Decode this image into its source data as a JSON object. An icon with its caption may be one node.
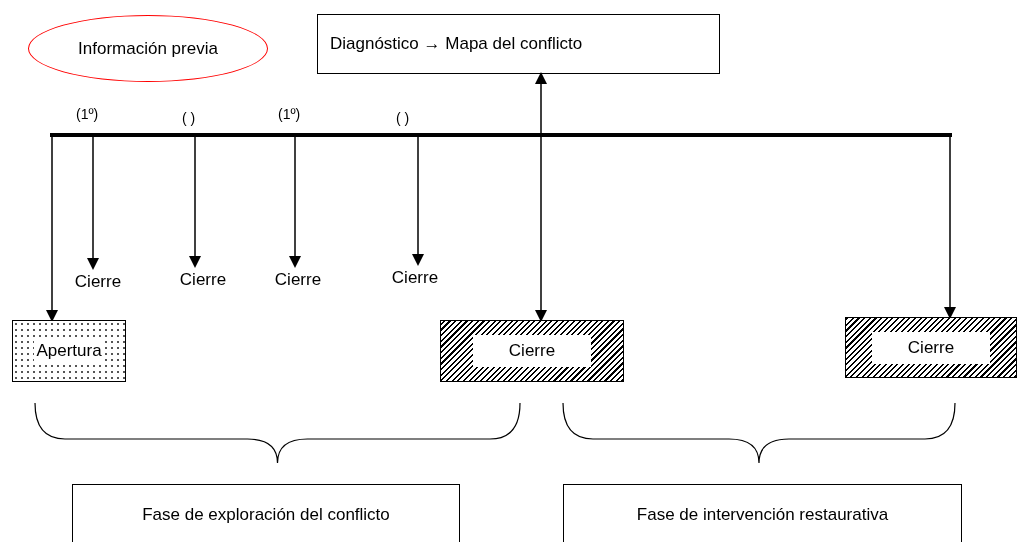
{
  "diagram": {
    "nodes": [
      {
        "text": [
          "Información previa"
        ]
      },
      {
        "text": [
          "Diagnóstico → Mapa del conflicto"
        ]
      },
      {
        "text": [],
        "shape": "bar"
      },
      {
        "text": [
          "Cierre"
        ]
      },
      {
        "text": [
          "Cierre"
        ]
      },
      {
        "text": [
          "Cierre"
        ]
      },
      {
        "text": [
          "Cierre"
        ]
      },
      {
        "text": [
          "Apertura"
        ]
      },
      {
        "text": [
          "Cierre"
        ]
      },
      {
        "text": [
          "Cierre"
        ]
      },
      {
        "text": [
          "Fase de exploración del conflicto"
        ]
      },
      {
        "text": [
          "Fase de intervención restaurativa"
        ]
      }
    ],
    "edges": [
      {
        "from": 2,
        "to": 7,
        "arrow": "to"
      },
      {
        "from": 2,
        "to": 3,
        "arrow": "to"
      },
      {
        "from": 2,
        "to": 4,
        "arrow": "to"
      },
      {
        "from": 2,
        "to": 5,
        "arrow": "to"
      },
      {
        "from": 2,
        "to": 6,
        "arrow": "to"
      },
      {
        "from": 1,
        "to": 8,
        "arrow": "both"
      },
      {
        "from": 2,
        "to": 9,
        "arrow": "to"
      }
    ],
    "labels": [
      "(1º)",
      "( )",
      "(1º)",
      "( )"
    ]
  }
}
